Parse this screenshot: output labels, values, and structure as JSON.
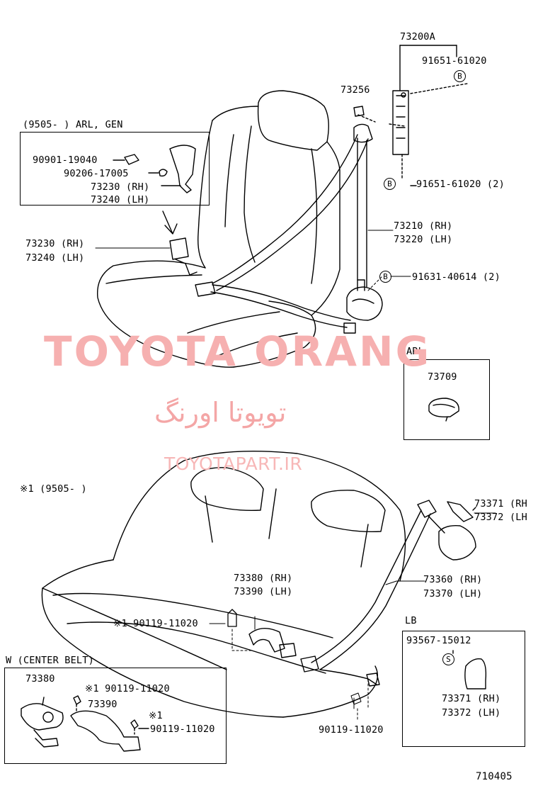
{
  "front": {
    "callout_box": {
      "header": "(9505-      ) ARL, GEN",
      "p1": "90901-19040",
      "p2": "90206-17005",
      "p3": "73230 (RH)",
      "p4": "73240 (LH)"
    },
    "buckle_rh": "73230 (RH)",
    "buckle_lh": "73240 (LH)",
    "anchor": "73200A",
    "bolt_top": "91651-61020",
    "bolt_bot": "91651-61020 (2)",
    "cover": "73256",
    "belt_rh": "73210 (RH)",
    "belt_lh": "73220 (LH)",
    "retractor_bolt": "91631-40614 (2)",
    "b_mark": "B"
  },
  "arl": {
    "label": "ARL",
    "part": "73709"
  },
  "rear": {
    "note": "※1 (9505-      )",
    "buckle_rh": "73380 (RH)",
    "buckle_lh": "73390 (LH)",
    "bolt_left": "※1 90119-11020",
    "belt_rh": "73360 (RH)",
    "belt_lh": "73370 (LH)",
    "cover_rh": "73371 (RH",
    "cover_lh": "73372 (LH",
    "bolt_bottom": "90119-11020"
  },
  "center_belt": {
    "header": "W (CENTER BELT)",
    "p1": "73380",
    "p1_bolt": "※1 90119-11020",
    "p2": "73390",
    "p2_mark": "※1",
    "p2_bolt": "90119-11020"
  },
  "lb": {
    "label": "LB",
    "screw": "93567-15012",
    "s_mark": "S",
    "cover_rh": "73371 (RH)",
    "cover_lh": "73372 (LH)"
  },
  "figure_number": "710405",
  "watermarks": {
    "brand": "TOYOTA ORANG",
    "brand_fa": "تویوتا اورنگ",
    "url": "TOYOTAPART.IR"
  }
}
